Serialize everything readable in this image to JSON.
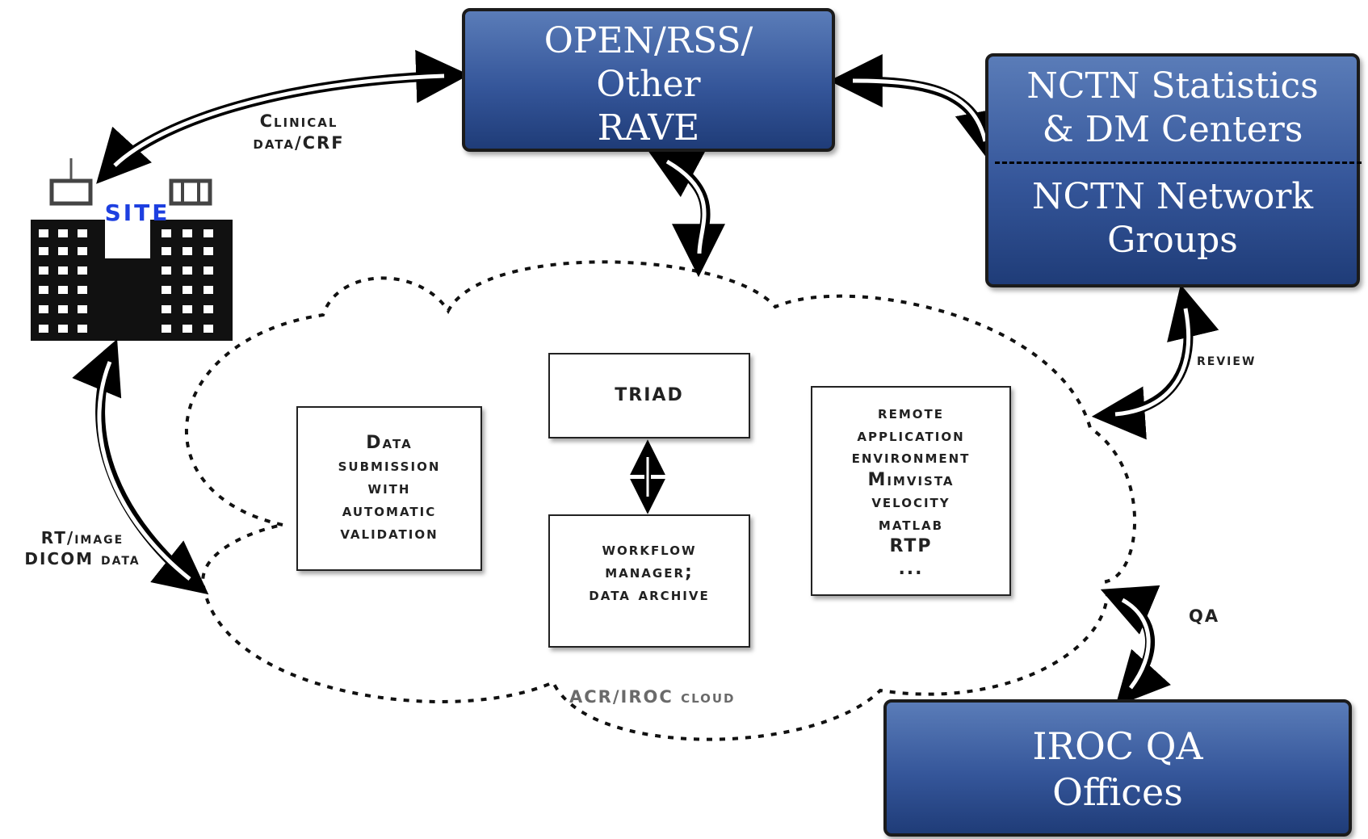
{
  "boxes": {
    "open_rss": {
      "lines": [
        "OPEN/RSS/",
        "Other",
        "RAVE"
      ]
    },
    "nctn_top": {
      "lines": [
        "NCTN Statistics",
        "& DM Centers"
      ]
    },
    "nctn_bottom": {
      "lines": [
        "NCTN Network",
        "Groups"
      ]
    },
    "iroc_qa": {
      "lines": [
        "IROC QA",
        "Offices"
      ]
    }
  },
  "cloud": {
    "label": "ACR/IROC cloud",
    "data_submission": {
      "lines": [
        "Data",
        "submission",
        "with",
        "automatic",
        "validation"
      ]
    },
    "triad": {
      "label": "TRIAD"
    },
    "workflow": {
      "lines": [
        "workflow",
        "manager;",
        "data archive"
      ]
    },
    "remote": {
      "lines": [
        "remote",
        "application",
        "environment",
        "Mimvista",
        "velocity",
        "matlab",
        "RTP",
        "..."
      ]
    }
  },
  "site": {
    "label": "SITE"
  },
  "arrows": {
    "clinical_data": {
      "lines": [
        "Clinical",
        "data/CRF"
      ]
    },
    "rt_image": {
      "lines": [
        "RT/image",
        "DICOM data"
      ]
    },
    "review": {
      "label": "review"
    },
    "qa": {
      "label": "QA"
    }
  },
  "colors": {
    "box_top": "#5a7cb8",
    "box_bottom": "#1f3c78",
    "site_label": "#1d3fe0",
    "outline": "#1b1b1b"
  }
}
